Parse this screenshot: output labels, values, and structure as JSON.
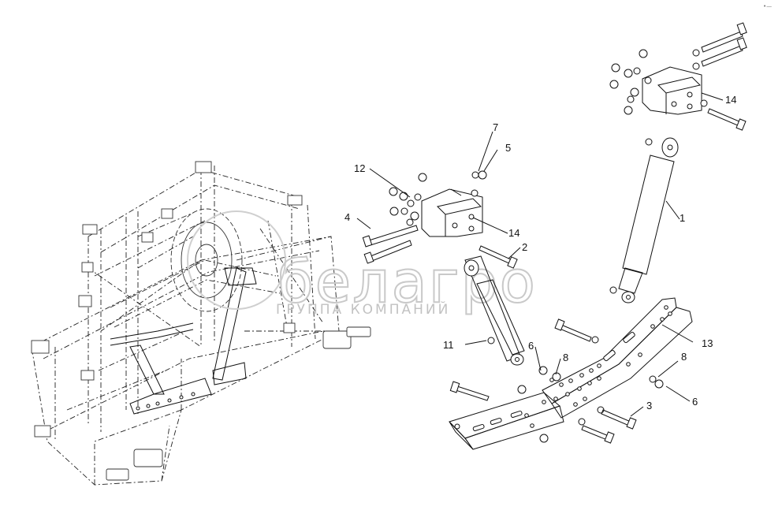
{
  "watermark": {
    "brand": "белагро",
    "subtitle": "ГРУППА КОМПАНИЙ"
  },
  "callouts": {
    "c1": "1",
    "c2": "2",
    "c3": "3",
    "c4": "4",
    "c5": "5",
    "c6a": "6",
    "c6b": "6",
    "c7": "7",
    "c8a": "8",
    "c8b": "8",
    "c11": "11",
    "c12": "12",
    "c13": "13",
    "c14a": "14",
    "c14b": "14"
  },
  "corner_mark": "•—"
}
